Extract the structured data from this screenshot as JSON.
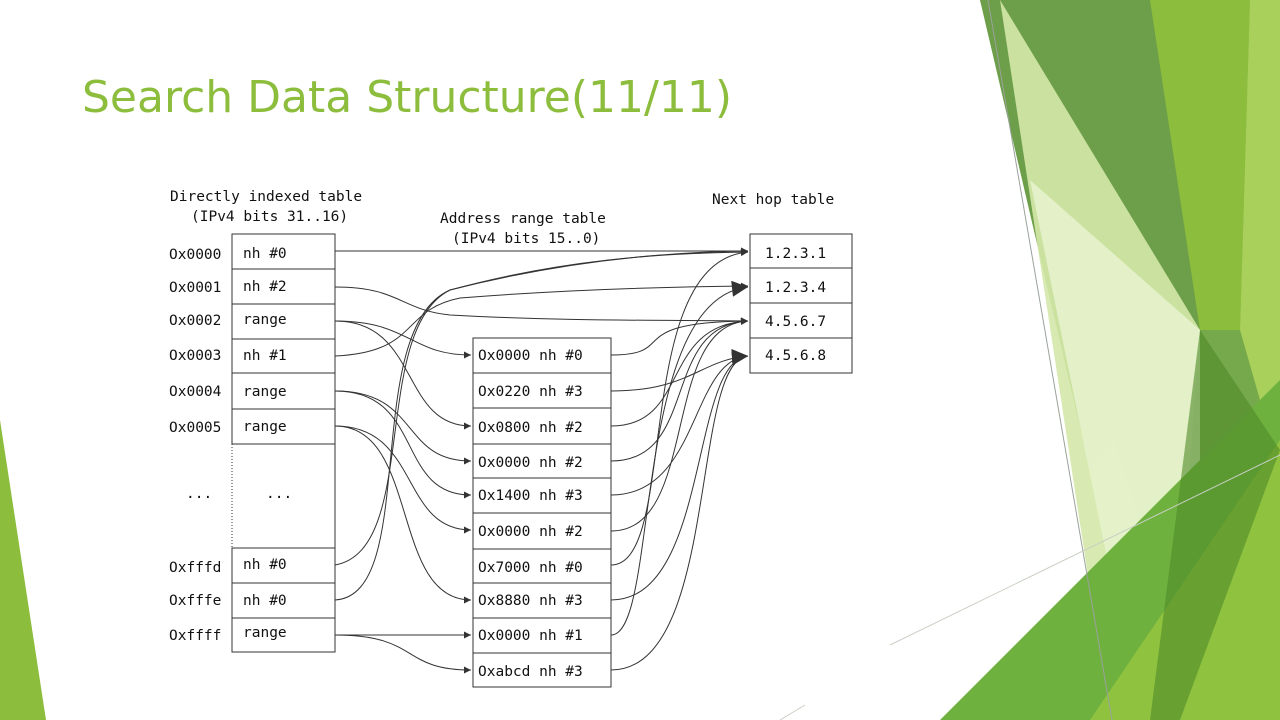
{
  "slide": {
    "title": "Search Data Structure(11/11)"
  },
  "colors": {
    "accent": "#8dbd3c",
    "dark_green": "#5e9a2c",
    "light_green": "#d4e8a8"
  },
  "diagram": {
    "direct_table": {
      "title_lines": [
        "Directly indexed table",
        "(IPv4 bits 31..16)"
      ],
      "rows": [
        {
          "key": "Ox0000",
          "value": "nh #0"
        },
        {
          "key": "Ox0001",
          "value": "nh #2"
        },
        {
          "key": "Ox0002",
          "value": "range"
        },
        {
          "key": "Ox0003",
          "value": "nh #1"
        },
        {
          "key": "Ox0004",
          "value": "range"
        },
        {
          "key": "Ox0005",
          "value": "range"
        },
        {
          "key": "...",
          "value": "..."
        },
        {
          "key": "Oxfffd",
          "value": "nh #0"
        },
        {
          "key": "Oxfffe",
          "value": "nh #0"
        },
        {
          "key": "Oxffff",
          "value": "range"
        }
      ]
    },
    "range_table": {
      "title_lines": [
        "Address range table",
        "(IPv4 bits 15..0)"
      ],
      "rows": [
        "Ox0000 nh #0",
        "Ox0220 nh #3",
        "Ox0800 nh #2",
        "Ox0000 nh #2",
        "Ox1400 nh #3",
        "Ox0000 nh #2",
        "Ox7000 nh #0",
        "Ox8880 nh #3",
        "Ox0000 nh #1",
        "Oxabcd nh #3"
      ]
    },
    "nexthop_table": {
      "title": "Next hop table",
      "rows": [
        "1.2.3.1",
        "1.2.3.4",
        "4.5.6.7",
        "4.5.6.8"
      ]
    }
  }
}
